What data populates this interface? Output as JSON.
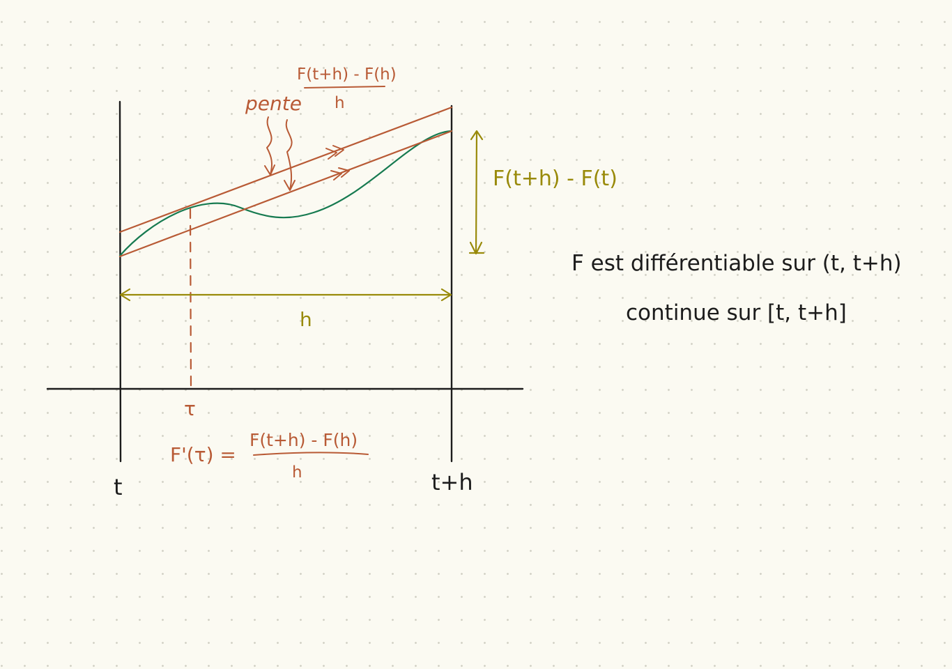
{
  "labels": {
    "pente": "pente",
    "slope_top_num": "F(t+h) - F(h)",
    "slope_top_den": "h",
    "increment": "F(t+h) - F(t)",
    "h_width": "h",
    "tau": "τ",
    "t_left": "t",
    "t_right": "t+h",
    "mvt_lhs": "F'(τ) =",
    "mvt_num": "F(t+h) - F(h)",
    "mvt_den": "h",
    "condition_diff": "F est différentiable sur (t, t+h)",
    "condition_cont": "continue sur [t, t+h]"
  },
  "colors": {
    "background": "#fbfaf2",
    "dot_grid": "#d4d3c8",
    "axes": "#1c1c1c",
    "secant_tangent": "#b85a35",
    "measure": "#998a0a",
    "curve": "#167a50"
  }
}
